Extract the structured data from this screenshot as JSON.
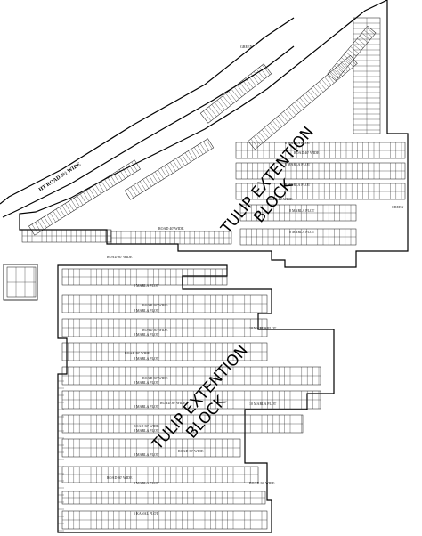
{
  "highway_label": "HT ROAD 9½ WIDE",
  "block_labels": [
    {
      "id": "upper",
      "line1": "TULIP EXTENTION",
      "line2": "BLOCK"
    },
    {
      "id": "lower",
      "line1": "TULIP EXTENTION",
      "line2": "BLOCK"
    }
  ],
  "road_labels": [
    "ROAD 30' WIDE",
    "ROAD 30' WIDE",
    "ROAD 30' WIDE",
    "ROAD 30' WIDE",
    "ROAD 30' WIDE",
    "ROAD 30' WIDE",
    "ROAD 30' WIDE",
    "ROAD 30' WIDE",
    "ROAD 30' WIDE",
    "ROAD 30' WIDE",
    "ROAD 40' WIDE",
    "ROAD 40' WIDE",
    "ROAD 40' WIDE"
  ],
  "plot_labels": [
    "8 MARLA PLOT",
    "8 MARLA PLOT",
    "8 MARLA PLOT",
    "8 MARLA PLOT",
    "8 MARLA PLOT",
    "8 MARLA PLOT",
    "8 MARLA PLOT",
    "8 MARLA PLOT",
    "8 MARLA PLOT",
    "8 MARLA PLOT",
    "8 MARLA PLOT",
    "8 MARLA PLOT",
    "8 MARLA PLOT",
    "8 MARLA PLOT",
    "10 MARLA PLOT",
    "10 MARLA PLOT",
    "5 KANAL PLOT"
  ],
  "misc_labels": [
    "GREEN",
    "GREEN"
  ]
}
